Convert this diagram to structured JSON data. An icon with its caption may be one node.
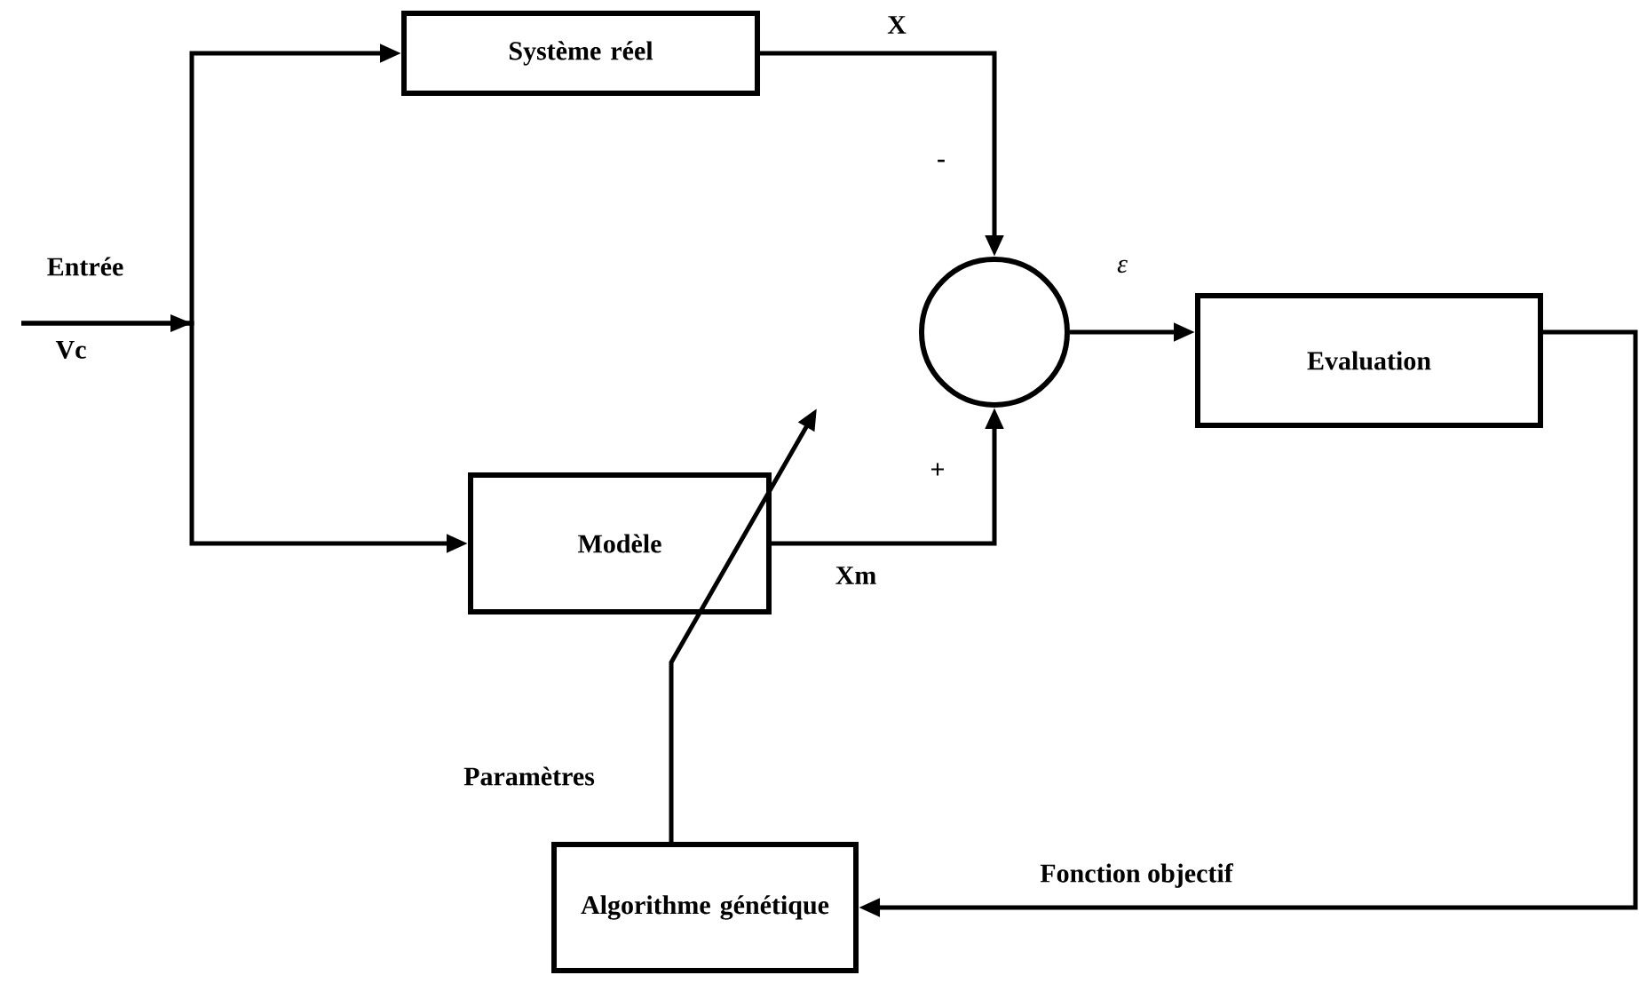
{
  "diagram": {
    "nodes": [
      {
        "text": [
          "Système réel"
        ]
      },
      {
        "text": [
          "Modèle"
        ]
      },
      {
        "text": [],
        "shape": "circle"
      },
      {
        "text": [
          "Evaluation"
        ]
      },
      {
        "text": [
          "Algorithme génétique"
        ]
      }
    ],
    "edges": [
      {
        "from": null,
        "to": 0,
        "arrow": "to"
      },
      {
        "from": null,
        "to": 1,
        "arrow": "to"
      },
      {
        "from": 0,
        "to": 2,
        "arrow": "to",
        "label": "X"
      },
      {
        "from": 1,
        "to": 2,
        "arrow": "to",
        "label": "Xm"
      },
      {
        "from": 2,
        "to": 3,
        "arrow": "to",
        "label": "ε"
      },
      {
        "from": 3,
        "to": 4,
        "arrow": "to",
        "label": "Fonction objectif"
      },
      {
        "from": 4,
        "to": 1,
        "arrow": "to",
        "label": "Paramètres"
      }
    ],
    "labels": [
      "Entrée",
      "Vc",
      "-",
      "+"
    ]
  }
}
